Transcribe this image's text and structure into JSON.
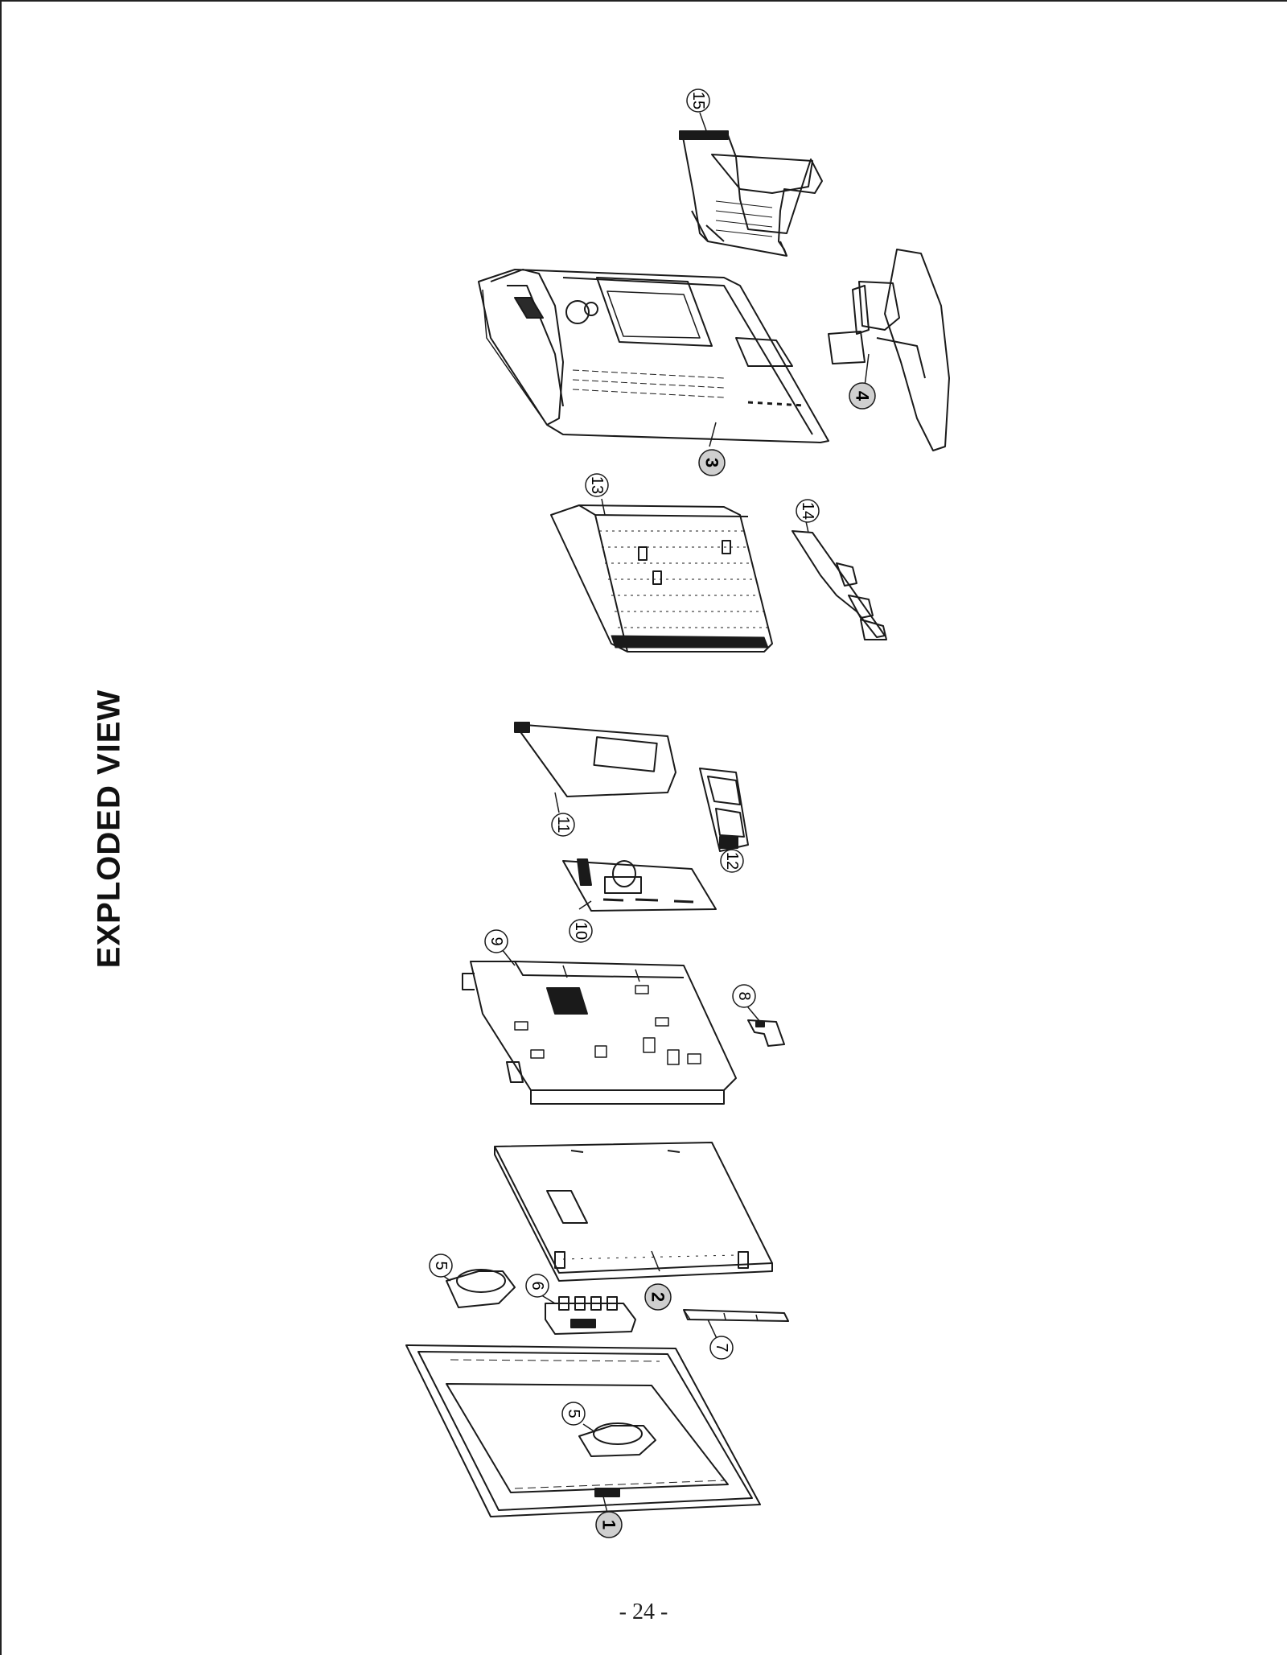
{
  "title": "EXPLODED VIEW",
  "page_number": "- 24 -",
  "callouts": [
    {
      "id": "15",
      "label": "15",
      "style": "outline"
    },
    {
      "id": "3",
      "label": "3",
      "style": "filled"
    },
    {
      "id": "4",
      "label": "4",
      "style": "filled"
    },
    {
      "id": "13",
      "label": "13",
      "style": "outline"
    },
    {
      "id": "14",
      "label": "14",
      "style": "outline"
    },
    {
      "id": "11",
      "label": "11",
      "style": "outline"
    },
    {
      "id": "12",
      "label": "12",
      "style": "outline"
    },
    {
      "id": "10",
      "label": "10",
      "style": "outline"
    },
    {
      "id": "9",
      "label": "9",
      "style": "outline"
    },
    {
      "id": "8",
      "label": "8",
      "style": "outline"
    },
    {
      "id": "5a",
      "label": "5",
      "style": "outline"
    },
    {
      "id": "6",
      "label": "6",
      "style": "outline"
    },
    {
      "id": "2",
      "label": "2",
      "style": "filled"
    },
    {
      "id": "7",
      "label": "7",
      "style": "outline"
    },
    {
      "id": "5b",
      "label": "5",
      "style": "outline"
    },
    {
      "id": "1",
      "label": "1",
      "style": "filled"
    }
  ],
  "colors": {
    "line": "#1a1a1a",
    "filled_callout": "#cfcfcf",
    "dark_fill": "#2a2a2a"
  }
}
